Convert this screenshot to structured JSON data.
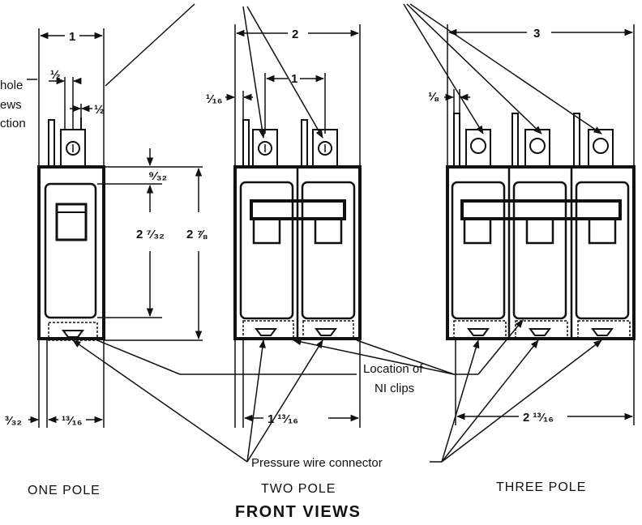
{
  "labels": {
    "one_pole": "ONE POLE",
    "two_pole": "TWO POLE",
    "three_pole": "THREE POLE",
    "front_views": "FRONT VIEWS",
    "location_ni_1": "Location of",
    "location_ni_2": "NI clips",
    "pressure_wire": "Pressure wire connector",
    "hole_1": "hole",
    "hole_2": "ews",
    "hole_3": "ction"
  },
  "dimensions": {
    "one_pole_width": "1",
    "two_pole_width": "2",
    "three_pole_width": "3",
    "half_a": "½",
    "half_b": "½",
    "two_pole_spacing": "1",
    "sixteenth": "¹⁄₁₆",
    "eighth": "⅛",
    "nine_32": "⁹⁄₃₂",
    "two_7_32": "2 ⁷⁄₃₂",
    "two_7_8": "2 ⅞",
    "three_32": "³⁄₃₂",
    "thirteen_16": "¹³⁄₁₆",
    "one_13_16": "1 ¹³⁄₁₆",
    "two_13_16": "2 ¹³⁄₁₆"
  }
}
